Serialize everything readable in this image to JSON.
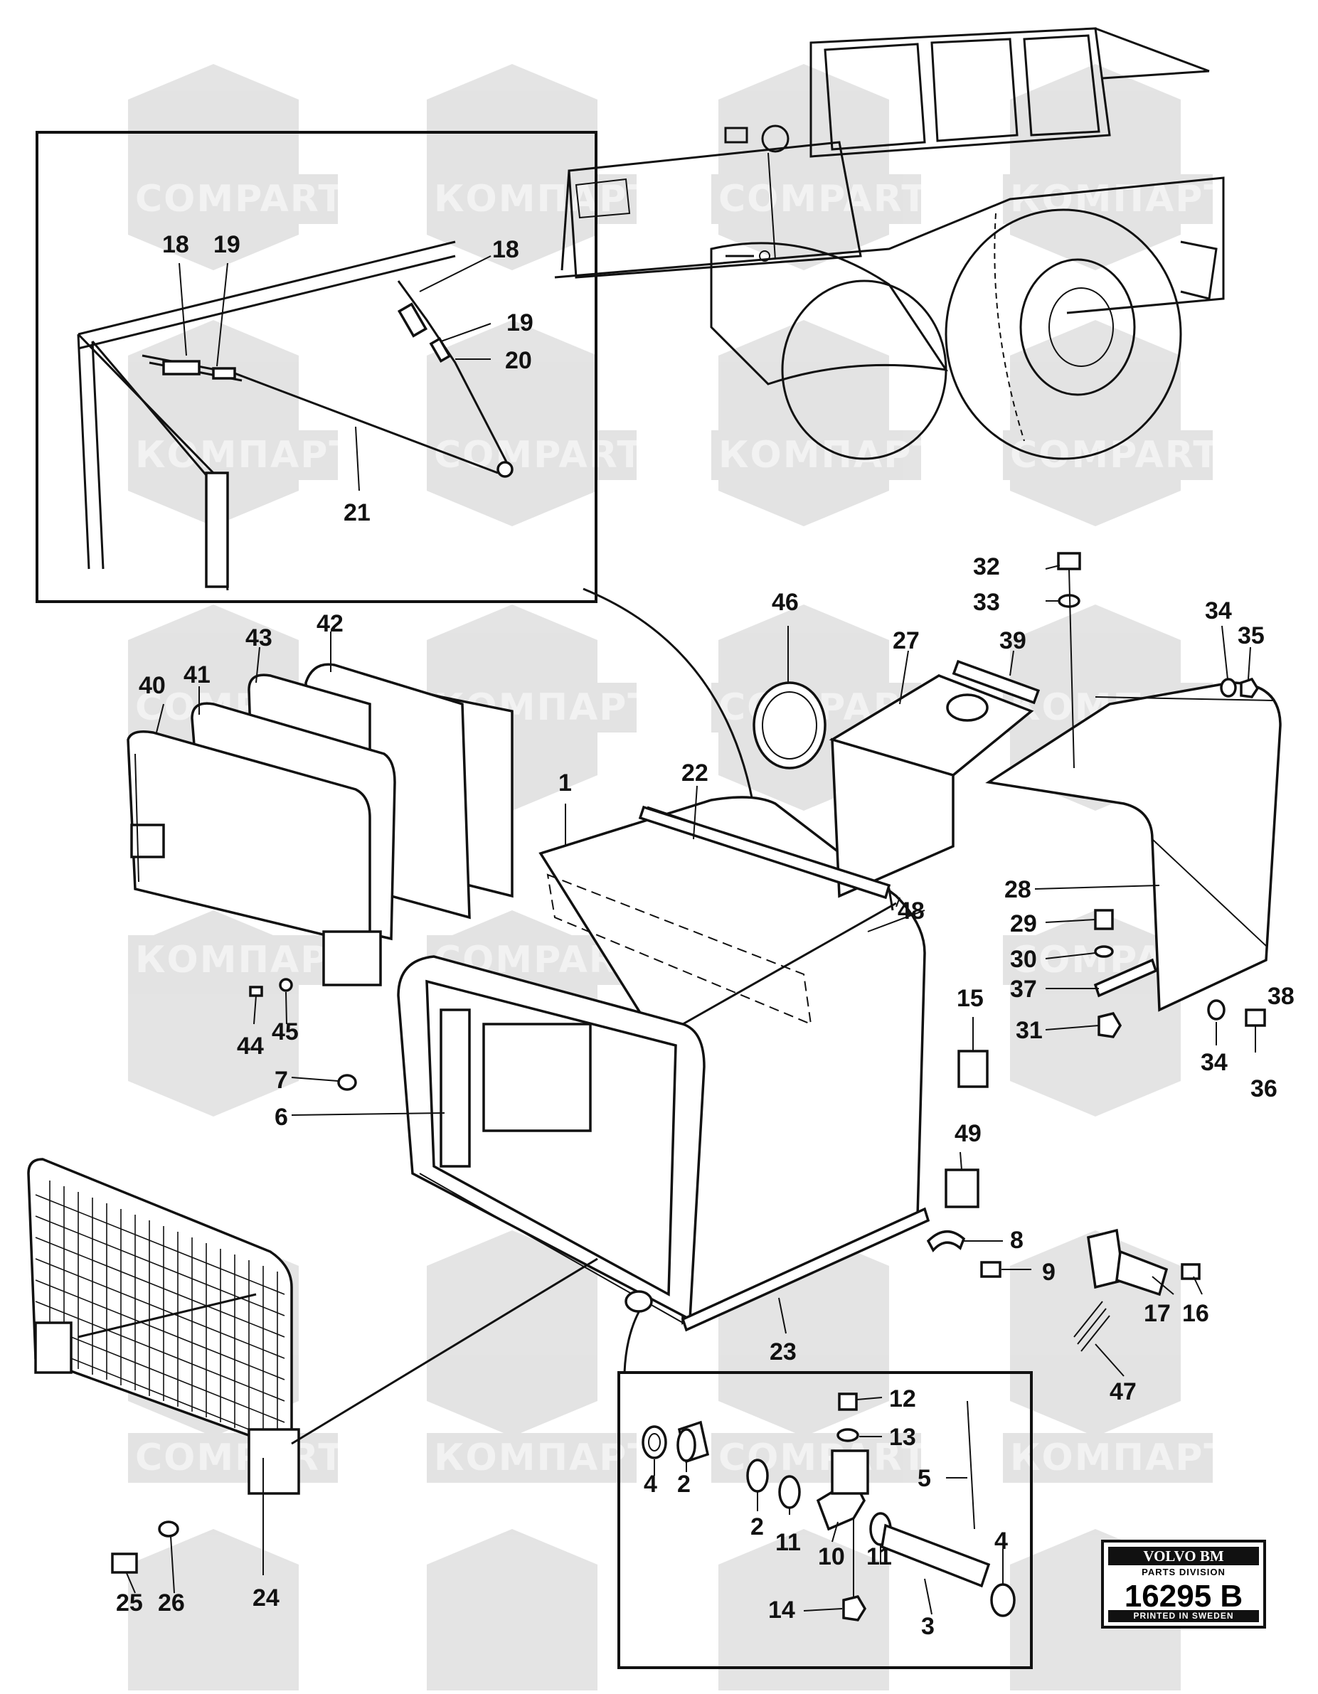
{
  "diagram": {
    "watermarks": [
      "COMPART",
      "КОМПАРТ"
    ],
    "callouts": {
      "c1": "1",
      "c2a": "2",
      "c2b": "2",
      "c3": "3",
      "c4a": "4",
      "c4b": "4",
      "c5": "5",
      "c6": "6",
      "c7": "7",
      "c8": "8",
      "c9": "9",
      "c10": "10",
      "c11a": "11",
      "c11b": "11",
      "c12": "12",
      "c13": "13",
      "c14": "14",
      "c15": "15",
      "c16": "16",
      "c17": "17",
      "c18a": "18",
      "c18b": "18",
      "c19a": "19",
      "c19b": "19",
      "c20": "20",
      "c21": "21",
      "c22": "22",
      "c23": "23",
      "c24": "24",
      "c25": "25",
      "c26": "26",
      "c27": "27",
      "c28": "28",
      "c29": "29",
      "c30": "30",
      "c31": "31",
      "c32": "32",
      "c33": "33",
      "c34a": "34",
      "c34b": "34",
      "c35": "35",
      "c36": "36",
      "c37": "37",
      "c38": "38",
      "c39": "39",
      "c40": "40",
      "c41": "41",
      "c42": "42",
      "c43": "43",
      "c44": "44",
      "c45": "45",
      "c46": "46",
      "c47": "47",
      "c48": "48",
      "c49": "49"
    }
  },
  "badge": {
    "brand": "VOLVO BM",
    "division": "PARTS DIVISION",
    "number": "16295 B",
    "printed": "PRINTED IN SWEDEN"
  }
}
